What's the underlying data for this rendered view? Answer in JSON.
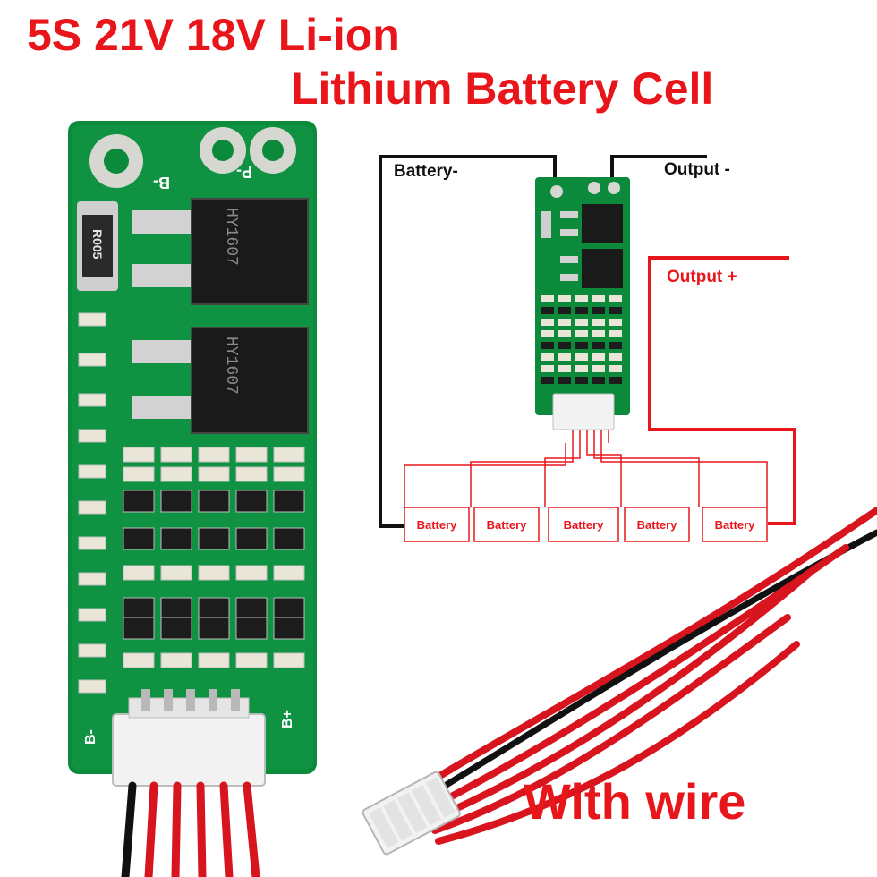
{
  "header": {
    "line1": "5S 21V 18V  Li-ion",
    "line2": "Lithium Battery Cell"
  },
  "footer": {
    "text": "With wire"
  },
  "pcb": {
    "resistor_label": "R005",
    "mosfet_label": "HY1607",
    "pad_labels": {
      "b_minus": "B-",
      "p_minus": "P-",
      "b_plus": "B+"
    }
  },
  "diagram": {
    "battery_minus_label": "Battery-",
    "output_minus_label": "Output -",
    "output_plus_label": "Output +",
    "cells": [
      {
        "label": "Battery"
      },
      {
        "label": "Battery"
      },
      {
        "label": "Battery"
      },
      {
        "label": "Battery"
      },
      {
        "label": "Battery"
      }
    ]
  },
  "colors": {
    "title_red": "#e8161b",
    "pcb_green": "#0b8a3c",
    "wire_red": "#d8141e",
    "wire_black": "#111111",
    "connector_white": "#f2f2f2"
  }
}
